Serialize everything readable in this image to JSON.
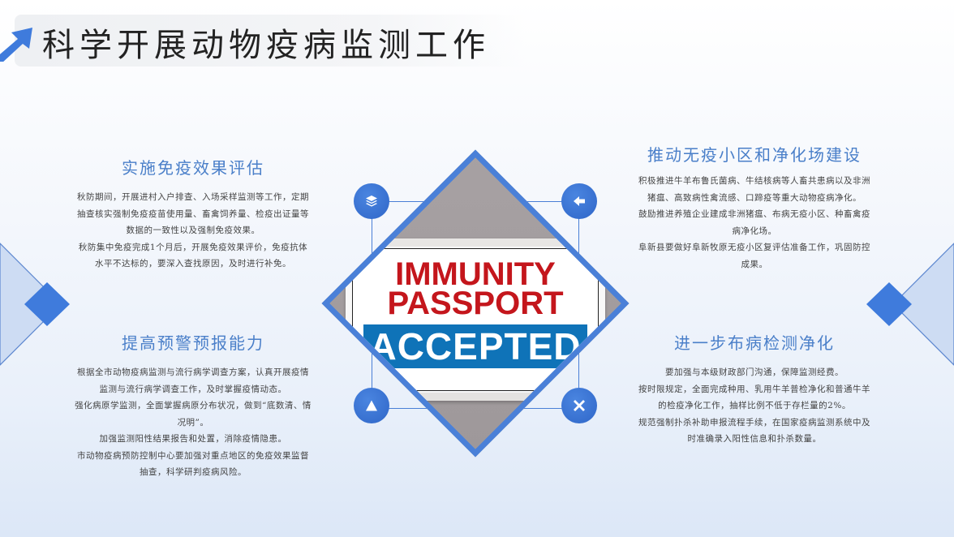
{
  "page": {
    "title": "科学开展动物疫病监测工作",
    "accent_color": "#4a80d8",
    "heading_color": "#4a7fc9"
  },
  "sections": [
    {
      "heading": "实施免疫效果评估",
      "paragraphs": [
        "秋防期间，开展进村入户排查、入场采样监测等工作，定期抽查核实强制免疫疫苗使用量、畜禽饲养量、检疫出证量等数据的一致性以及强制免疫效果。",
        "秋防集中免疫完成1个月后，开展免疫效果评价，免疫抗体水平不达标的，要深入查找原因，及时进行补免。"
      ]
    },
    {
      "heading": "提高预警预报能力",
      "paragraphs": [
        "根据全市动物疫病监测与流行病学调查方案，认真开展疫情监测与流行病学调查工作，及时掌握疫情动态。",
        "强化病原学监测，全面掌握病原分布状况，做到“底数清、情况明”。",
        "加强监测阳性结果报告和处置，消除疫情隐患。",
        "市动物疫病预防控制中心要加强对重点地区的免疫效果监督抽查，科学研判疫病风险。"
      ]
    },
    {
      "heading": "推动无疫小区和净化场建设",
      "paragraphs": [
        "积极推进牛羊布鲁氏菌病、牛结核病等人畜共患病以及非洲猪瘟、高致病性禽流感、口蹄疫等重大动物疫病净化。",
        "鼓励推进养殖企业建成非洲猪瘟、布病无疫小区、种畜禽疫病净化场。",
        "阜新县要做好阜新牧原无疫小区复评估准备工作，巩固防控成果。"
      ]
    },
    {
      "heading": "进一步布病检测净化",
      "paragraphs": [
        "要加强与本级财政部门沟通，保障监测经费。",
        "按时限规定，全面完成种用、乳用牛羊普检净化和普通牛羊的检疫净化工作，抽样比例不低于存栏量的2%。",
        "规范强制扑杀补助申报流程手续，在国家疫病监测系统中及时准确录入阳性信息和扑杀数量。"
      ]
    }
  ],
  "center_image": {
    "line1": "IMMUNITY",
    "line2": "PASSPORT",
    "banner": "ACCEPTED",
    "line_color": "#c4161c",
    "banner_color": "#0f73b8"
  },
  "icons": {
    "top_left": "layers-icon",
    "top_right": "arrow-left-icon",
    "bottom_left": "triangle-icon",
    "bottom_right": "close-x-icon"
  }
}
